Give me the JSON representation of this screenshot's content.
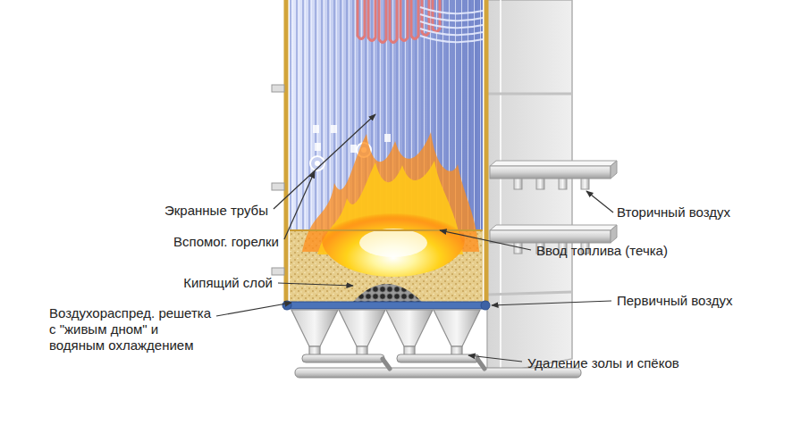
{
  "diagram": {
    "labels": [
      "Экранные трубы",
      "Вторичный воздух",
      "Вспомог. горелки",
      "Ввод топлива (течка)",
      "Кипящий слой",
      "Первичный воздух",
      "Воздухораспред. решетка с \"живым дном\" и водяным охлаждением",
      "Удаление золы и спёков"
    ]
  }
}
